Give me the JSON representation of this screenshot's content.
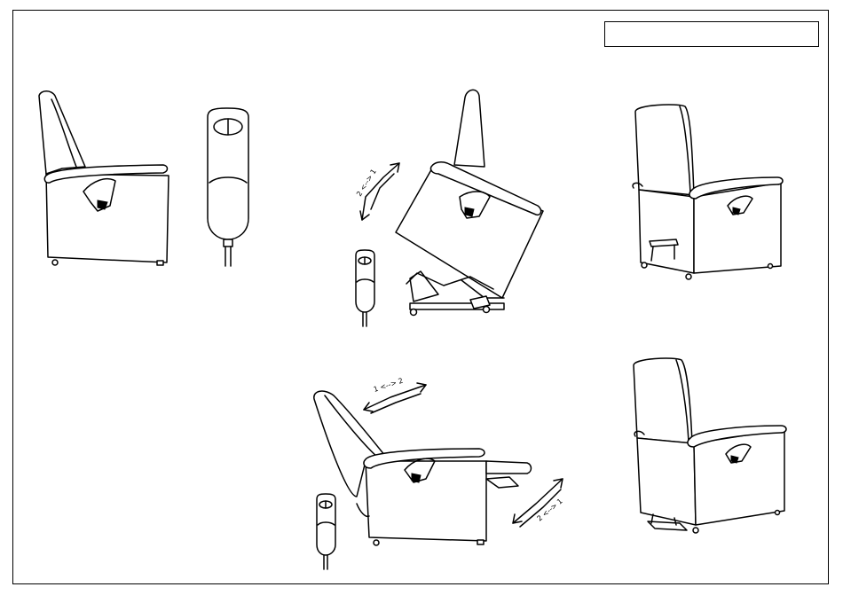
{
  "sheet": {
    "title_box_text": ""
  },
  "labels": {
    "back_tilt": "2 <--> 1",
    "back_recline": "1 <--> 2",
    "footrest": "2 <--> 1"
  }
}
